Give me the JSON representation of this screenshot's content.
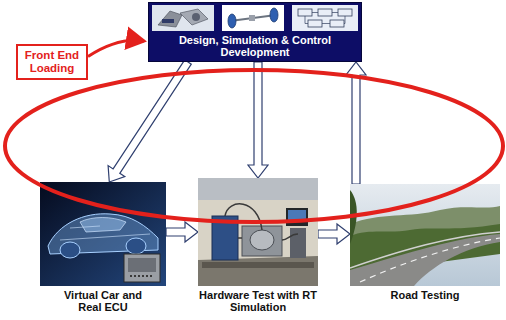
{
  "diagram": {
    "nodes": [
      {
        "text": [
          "Design, Simulation & Control Development"
        ]
      },
      {
        "text": [
          "Front End Loading"
        ]
      },
      {
        "text": [
          "Virtual Car and Real ECU"
        ]
      },
      {
        "text": [
          "Hardware Test with RT Simulation"
        ]
      },
      {
        "text": [
          "Road Testing"
        ]
      }
    ],
    "edges": [
      {
        "from": 1,
        "to": 0,
        "arrow": "to"
      },
      {
        "from": 0,
        "to": 2,
        "arrow": "to"
      },
      {
        "from": 0,
        "to": 3,
        "arrow": "to"
      },
      {
        "from": 4,
        "to": 0,
        "arrow": "to"
      },
      {
        "from": 2,
        "to": 3,
        "arrow": "to"
      },
      {
        "from": 3,
        "to": 4,
        "arrow": "to"
      }
    ]
  }
}
